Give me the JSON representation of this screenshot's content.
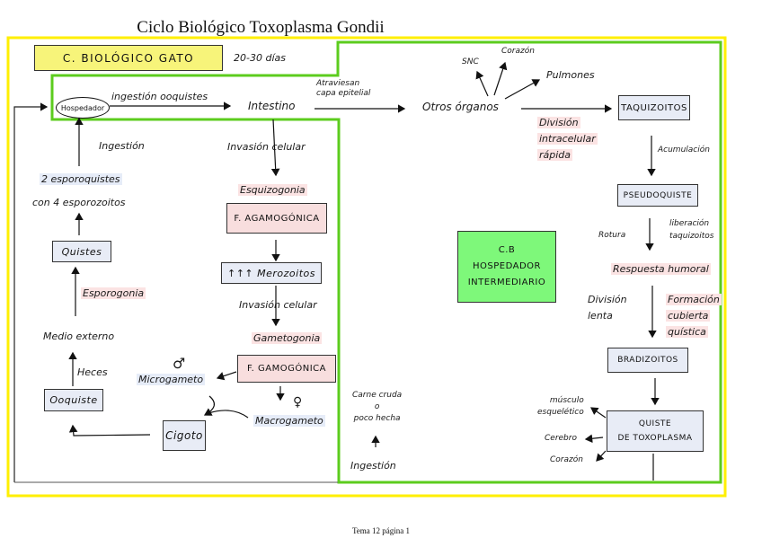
{
  "page": {
    "title": "Ciclo Biológico Toxoplasma Gondii",
    "footer": "Tema 12 página 1"
  },
  "colors": {
    "outer_frame": "#ffef00",
    "intermediate_frame": "#5ccc1e",
    "cat_label_bg": "#f7f47a",
    "intermediate_label_bg": "#7ef87a",
    "stage_box_blue": "#e8ecf6",
    "phase_box_pink": "#f8dede"
  },
  "cat_cycle": {
    "label": "C. BIOLÓGICO   GATO",
    "duration": "20-30 días",
    "host": "Hospedador",
    "ingestion_oocysts": "ingestión ooquistes",
    "intestine": "Intestino",
    "cell_invasion_1": "Invasión celular",
    "schizogony": "Esquizogonia",
    "agamogonic_phase": "F. AGAMOGÓNICA",
    "merozoites": "↑↑↑ Merozoitos",
    "cell_invasion_2": "Invasión celular",
    "gametogony": "Gametogonia",
    "gamogonic_phase": "F. GAMOGÓNICA",
    "male_symbol": "♂",
    "microgamete": "Microgameto",
    "female_symbol": "♀",
    "macrogamete": "Macrogameto",
    "zygote": "Cigoto",
    "oocyst": "Ooquiste",
    "feces": "Heces",
    "external_medium": "Medio externo",
    "sporogony": "Esporogonia",
    "cysts": "Quistes",
    "sporocysts_line1": "2 esporoquistes",
    "sporocysts_line2": "con 4 esporozoitos",
    "ingestion": "Ingestión"
  },
  "intermediate_cycle": {
    "label_line1": "C.B",
    "label_line2": "HOSPEDADOR",
    "label_line3": "INTERMEDIARIO",
    "cross_epithelium_line1": "Atraviesan",
    "cross_epithelium_line2": "capa epitelial",
    "other_organs": "Otros órganos",
    "organ_cns": "SNC",
    "organ_heart": "Corazón",
    "organ_lungs": "Pulmones",
    "tachyzoites": "TAQUIZOITOS",
    "division_line1": "División",
    "division_line2": "intracelular",
    "division_line3": "rápida",
    "accumulation": "Acumulación",
    "pseudocyst": "PSEUDOQUISTE",
    "rupture": "Rotura",
    "release_line1": "liberación",
    "release_line2": "taquizoitos",
    "humoral_response": "Respuesta humoral",
    "slow_division_line1": "División",
    "slow_division_line2": "lenta",
    "cyst_wall_line1": "Formación",
    "cyst_wall_line2": "cubierta",
    "cyst_wall_line3": "quística",
    "bradyzoites": "BRADIZOITOS",
    "tissue_cyst_line1": "QUISTE",
    "tissue_cyst_line2": "DE TOXOPLASMA",
    "muscle_line1": "músculo",
    "muscle_line2": "esquelético",
    "brain": "Cerebro",
    "heart": "Corazón",
    "raw_meat_line1": "Carne cruda",
    "raw_meat_line2": "o",
    "raw_meat_line3": "poco hecha",
    "ingestion": "Ingestión"
  }
}
